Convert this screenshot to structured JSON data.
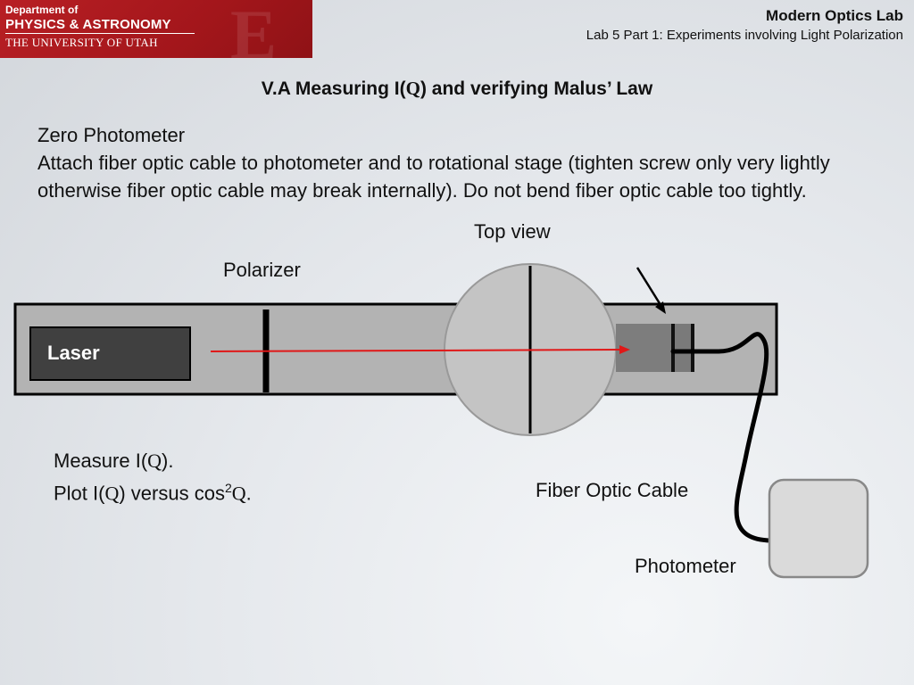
{
  "logo": {
    "department": "Department of",
    "name": "PHYSICS & ASTRONOMY",
    "university": "THE UNIVERSITY OF UTAH"
  },
  "header": {
    "title": "Modern Optics Lab",
    "subtitle": "Lab 5 Part 1: Experiments involving Light Polarization"
  },
  "slide": {
    "title_prefix": "V.A  Measuring I(",
    "title_symbol": "Q",
    "title_suffix": ") and verifying Malus’ Law"
  },
  "bullets": [
    {
      "marker": "",
      "text": "Zero Photometer"
    },
    {
      "marker": "",
      "text": "Attach fiber optic cable to photometer and to rotational stage (tighten screw only very lightly otherwise fiber optic cable may break internally). Do not bend fiber optic cable too tightly."
    }
  ],
  "bullets2": [
    {
      "marker": "",
      "pre": "Measure I(",
      "sym": "Q",
      "post": ")."
    },
    {
      "marker": "",
      "pre": "Plot I(",
      "sym": "Q",
      "mid": ") versus cos",
      "sup": "2",
      "sym2": "Q",
      "post": "."
    }
  ],
  "diagram": {
    "top_view": "Top view",
    "polarizer": "Polarizer",
    "laser": "Laser",
    "fiber_optic_cable": "Fiber Optic Cable",
    "photometer": "Photometer",
    "colors": {
      "bench": "#b3b3b3",
      "laser_box": "#404040",
      "stage": "#c4c4c4",
      "beam": "#e01818",
      "photometer": "#dadada"
    }
  }
}
